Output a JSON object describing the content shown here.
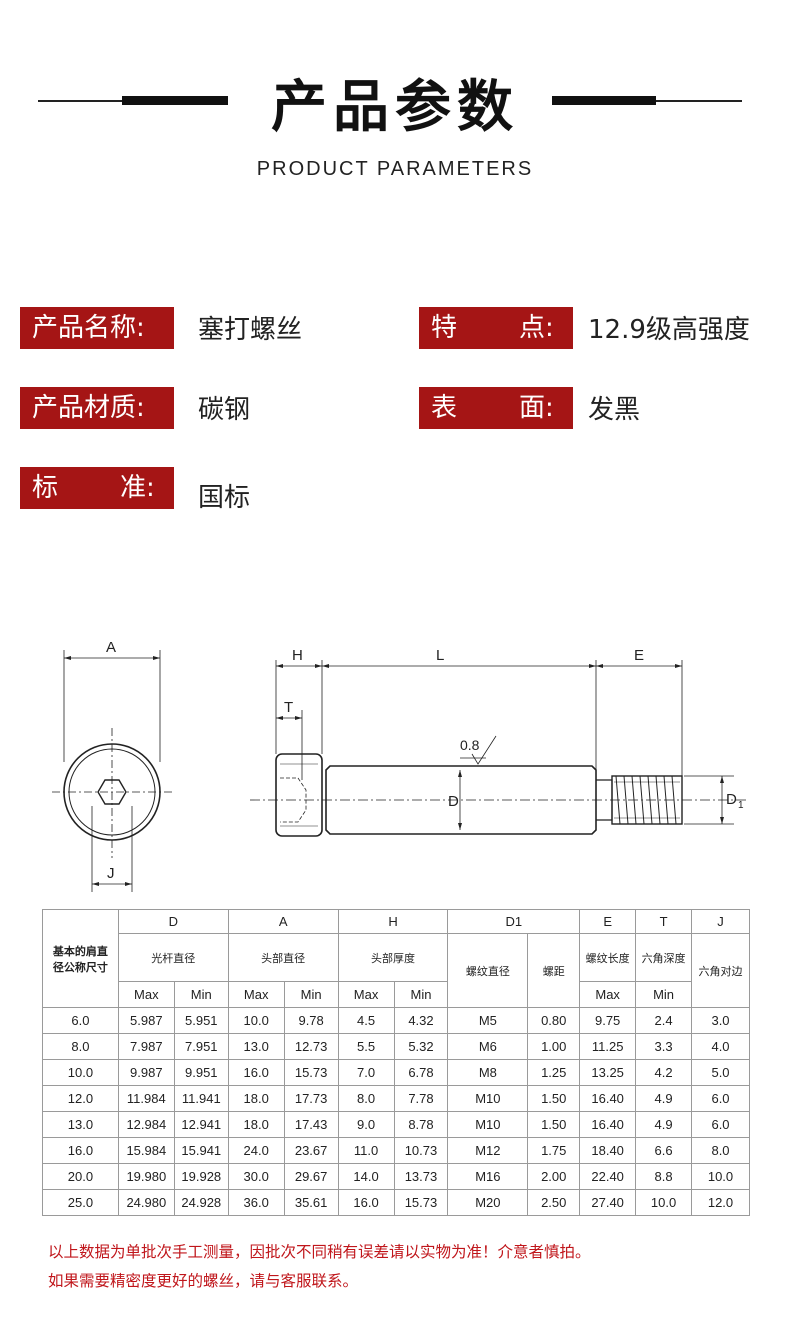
{
  "header": {
    "title_cn": "产品参数",
    "title_en": "PRODUCT PARAMETERS"
  },
  "params": {
    "name_label": "产品名称:",
    "name_value": "塞打螺丝",
    "feature_label_a": "特",
    "feature_label_b": "点:",
    "feature_value": "12.9级高强度",
    "material_label": "产品材质:",
    "material_value": "碳钢",
    "surface_label_a": "表",
    "surface_label_b": "面:",
    "surface_value": "发黑",
    "standard_label_a": "标",
    "standard_label_b": "准:",
    "standard_value": "国标"
  },
  "drawing": {
    "A": "A",
    "H": "H",
    "L": "L",
    "E": "E",
    "T": "T",
    "J": "J",
    "D": "D",
    "D1": "D",
    "D1_sub": "1",
    "roughness": "0.8"
  },
  "table": {
    "col_D": "D",
    "col_A": "A",
    "col_H": "H",
    "col_D1": "D1",
    "col_E": "E",
    "col_T": "T",
    "col_J": "J",
    "nominal_label": "基本的肩直径公称尺寸",
    "d_label": "光杆直径",
    "a_label": "头部直径",
    "h_label": "头部厚度",
    "d1_thread_label": "螺纹直径",
    "d1_pitch_label": "螺距",
    "e_label": "螺纹长度",
    "t_label": "六角深度",
    "j_label": "六角对边",
    "max": "Max",
    "min": "Min",
    "rows": [
      [
        "6.0",
        "5.987",
        "5.951",
        "10.0",
        "9.78",
        "4.5",
        "4.32",
        "M5",
        "0.80",
        "9.75",
        "2.4",
        "3.0"
      ],
      [
        "8.0",
        "7.987",
        "7.951",
        "13.0",
        "12.73",
        "5.5",
        "5.32",
        "M6",
        "1.00",
        "11.25",
        "3.3",
        "4.0"
      ],
      [
        "10.0",
        "9.987",
        "9.951",
        "16.0",
        "15.73",
        "7.0",
        "6.78",
        "M8",
        "1.25",
        "13.25",
        "4.2",
        "5.0"
      ],
      [
        "12.0",
        "11.984",
        "11.941",
        "18.0",
        "17.73",
        "8.0",
        "7.78",
        "M10",
        "1.50",
        "16.40",
        "4.9",
        "6.0"
      ],
      [
        "13.0",
        "12.984",
        "12.941",
        "18.0",
        "17.43",
        "9.0",
        "8.78",
        "M10",
        "1.50",
        "16.40",
        "4.9",
        "6.0"
      ],
      [
        "16.0",
        "15.984",
        "15.941",
        "24.0",
        "23.67",
        "11.0",
        "10.73",
        "M12",
        "1.75",
        "18.40",
        "6.6",
        "8.0"
      ],
      [
        "20.0",
        "19.980",
        "19.928",
        "30.0",
        "29.67",
        "14.0",
        "13.73",
        "M16",
        "2.00",
        "22.40",
        "8.8",
        "10.0"
      ],
      [
        "25.0",
        "24.980",
        "24.928",
        "36.0",
        "35.61",
        "16.0",
        "15.73",
        "M20",
        "2.50",
        "27.40",
        "10.0",
        "12.0"
      ]
    ]
  },
  "notes": {
    "line1": "以上数据为单批次手工测量，因批次不同稍有误差请以实物为准！介意者慎拍。",
    "line2": "如果需要精密度更好的螺丝，请与客服联系。"
  },
  "colors": {
    "accent": "#a51515",
    "note": "#c0161b"
  }
}
